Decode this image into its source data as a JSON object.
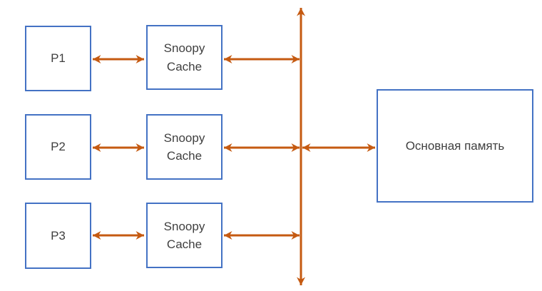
{
  "diagram": {
    "type": "block-diagram",
    "background": "#FFFFFF",
    "colors": {
      "box_border": "#4472C4",
      "box_fill": "#FFFFFF",
      "arrow": "#C55A11",
      "text": "#3F3F3F"
    },
    "processors": [
      {
        "label": "P1"
      },
      {
        "label": "P2"
      },
      {
        "label": "P3"
      }
    ],
    "caches": [
      {
        "label": "Snoopy Cache"
      },
      {
        "label": "Snoopy Cache"
      },
      {
        "label": "Snoopy Cache"
      }
    ],
    "memory": {
      "label": "Основная память"
    },
    "bus": {
      "orientation": "vertical",
      "style": "double-headed-arrow"
    },
    "connections": [
      {
        "from": "P1",
        "to": "Snoopy Cache 1",
        "bidirectional": true
      },
      {
        "from": "Snoopy Cache 1",
        "to": "bus",
        "bidirectional": true
      },
      {
        "from": "P2",
        "to": "Snoopy Cache 2",
        "bidirectional": true
      },
      {
        "from": "Snoopy Cache 2",
        "to": "bus",
        "bidirectional": true
      },
      {
        "from": "P3",
        "to": "Snoopy Cache 3",
        "bidirectional": true
      },
      {
        "from": "Snoopy Cache 3",
        "to": "bus",
        "bidirectional": true
      },
      {
        "from": "bus",
        "to": "Основная память",
        "bidirectional": true
      }
    ]
  }
}
